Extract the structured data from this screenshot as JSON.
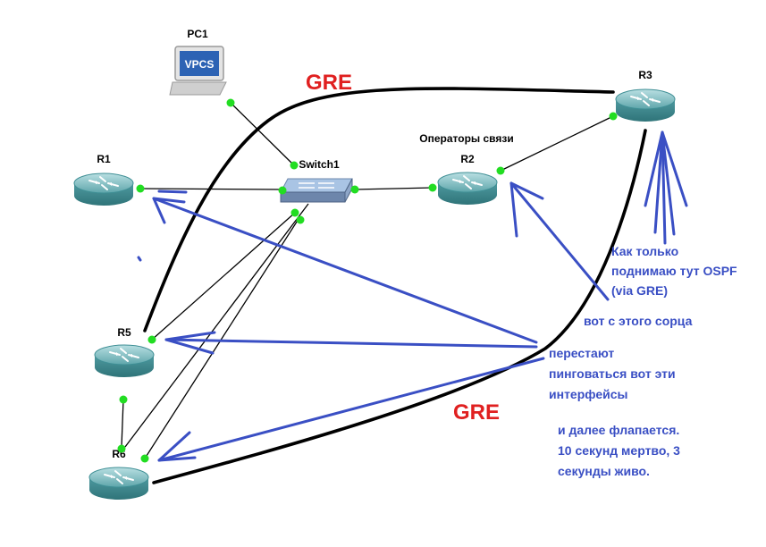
{
  "devices": {
    "pc1": "PC1",
    "pc1_screen": "VPCS",
    "switch1": "Switch1",
    "r1": "R1",
    "r2": "R2",
    "r3": "R3",
    "r5": "R5",
    "r6": "R6"
  },
  "labels": {
    "operators": "Операторы связи",
    "gre_top": "GRE",
    "gre_bottom": "GRE"
  },
  "annotations": {
    "ospf_line1": "Как только",
    "ospf_line2": "поднимаю тут OSPF",
    "ospf_line3": "(via GRE)",
    "source": "вот с этого сорца",
    "stop_line1": "перестают",
    "stop_line2": "пинговаться вот эти",
    "stop_line3": "интерфейсы",
    "flap_line1": "и далее флапается.",
    "flap_line2": "10 секунд мертво, 3",
    "flap_line3": "секунды живо."
  },
  "colors": {
    "annotation_blue": "#3a4fc4",
    "gre_red": "#e02020",
    "link_black": "#000000",
    "port_green": "#22dd22",
    "router_teal": "#3f8f95"
  }
}
